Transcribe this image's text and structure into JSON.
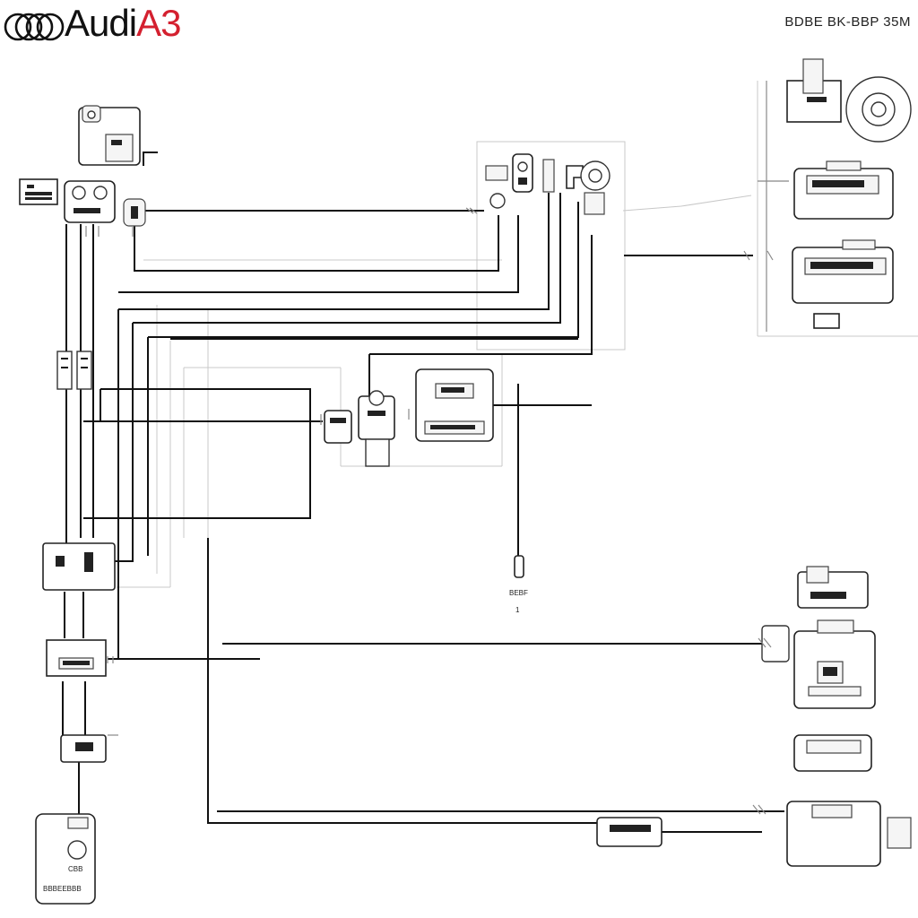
{
  "header": {
    "brand_part1": "Audi",
    "brand_part2": "A3",
    "diagram_code": "BDBE BK-BBP 35M",
    "brand_color": "#d4202f"
  },
  "labels": {
    "mid_sensor_label": "BEBF",
    "mid_sensor_pin": "1",
    "bottom_left_module_label": "BBBEEBBB",
    "bottom_left_module_small": "CBB"
  }
}
